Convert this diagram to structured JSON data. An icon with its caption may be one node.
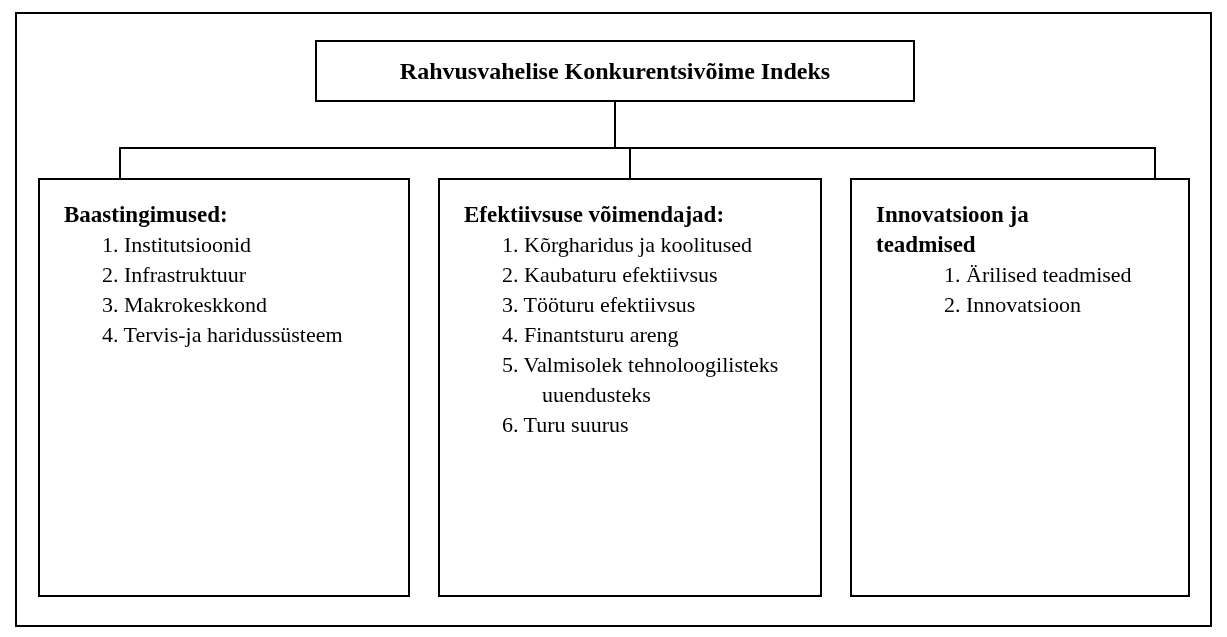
{
  "diagram": {
    "nodes": [
      {
        "text": [
          "Rahvusvahelise Konkurentsivõime Indeks"
        ]
      },
      {
        "text": [
          "Baastingimused:",
          "1. Institutsioonid",
          "2. Infrastruktuur",
          "3. Makrokeskkond",
          "4. Tervis-ja haridussüsteem"
        ]
      },
      {
        "text": [
          "Efektiivsuse võimendajad:",
          "1. Kõrgharidus ja koolitused",
          "2. Kaubaturu efektiivsus",
          "3. Tööturu efektiivsus",
          "4. Finantsturu areng",
          "5. Valmisolek tehnoloogilisteks uuendusteks",
          "6. Turu suurus"
        ]
      },
      {
        "text": [
          "Innovatsioon ja teadmised",
          "1. Ärilised teadmised",
          "2. Innovatsioon"
        ]
      }
    ],
    "edges": [
      {
        "from": 0,
        "to": 1,
        "arrow": "none"
      },
      {
        "from": 0,
        "to": 2,
        "arrow": "none"
      },
      {
        "from": 0,
        "to": 3,
        "arrow": "none"
      }
    ]
  }
}
